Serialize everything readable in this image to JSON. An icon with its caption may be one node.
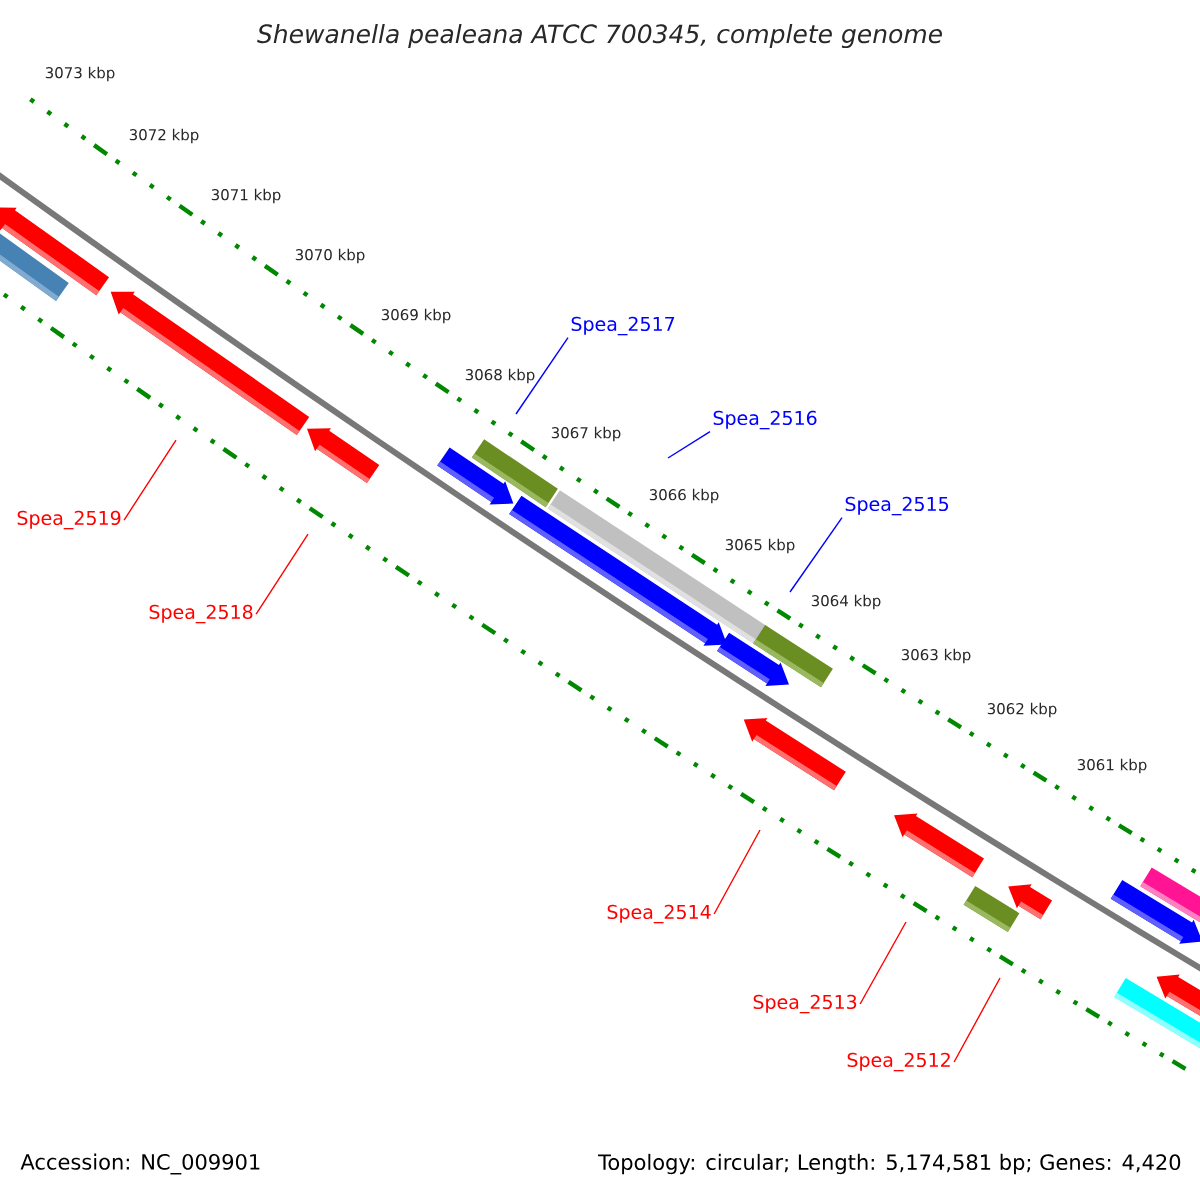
{
  "diagram": {
    "title": "Shewanella pealeana ATCC 700345, complete genome",
    "nodes": [
      {
        "text": [
          "Spea_2517"
        ]
      },
      {
        "text": [
          "Spea_2516"
        ]
      },
      {
        "text": [
          "Spea_2515"
        ]
      },
      {
        "text": [
          "Spea_2519"
        ]
      },
      {
        "text": [
          "Spea_2518"
        ]
      },
      {
        "text": [
          "Spea_2514"
        ]
      },
      {
        "text": [
          "Spea_2513"
        ]
      },
      {
        "text": [
          "Spea_2512"
        ]
      }
    ],
    "edges": [
      {
        "from": 0,
        "to": null,
        "arrow": "none",
        "color": "#0000ff"
      },
      {
        "from": 1,
        "to": null,
        "arrow": "none",
        "color": "#0000ff"
      },
      {
        "from": 2,
        "to": null,
        "arrow": "none",
        "color": "#0000ff"
      },
      {
        "from": 3,
        "to": null,
        "arrow": "none",
        "color": "#ff0000"
      },
      {
        "from": 4,
        "to": null,
        "arrow": "none",
        "color": "#ff0000"
      },
      {
        "from": 5,
        "to": null,
        "arrow": "none",
        "color": "#ff0000"
      },
      {
        "from": 6,
        "to": null,
        "arrow": "none",
        "color": "#ff0000"
      },
      {
        "from": 7,
        "to": null,
        "arrow": "none",
        "color": "#ff0000"
      }
    ],
    "labels": [
      "3073 kbp",
      "3072 kbp",
      "3071 kbp",
      "3070 kbp",
      "3069 kbp",
      "3068 kbp",
      "3067 kbp",
      "3066 kbp",
      "3065 kbp",
      "3064 kbp",
      "3063 kbp",
      "3062 kbp",
      "3061 kbp",
      "Accession: NC_009901",
      "Topology: circular; Length: 5,174,581 bp; Genes: 4,420"
    ]
  }
}
